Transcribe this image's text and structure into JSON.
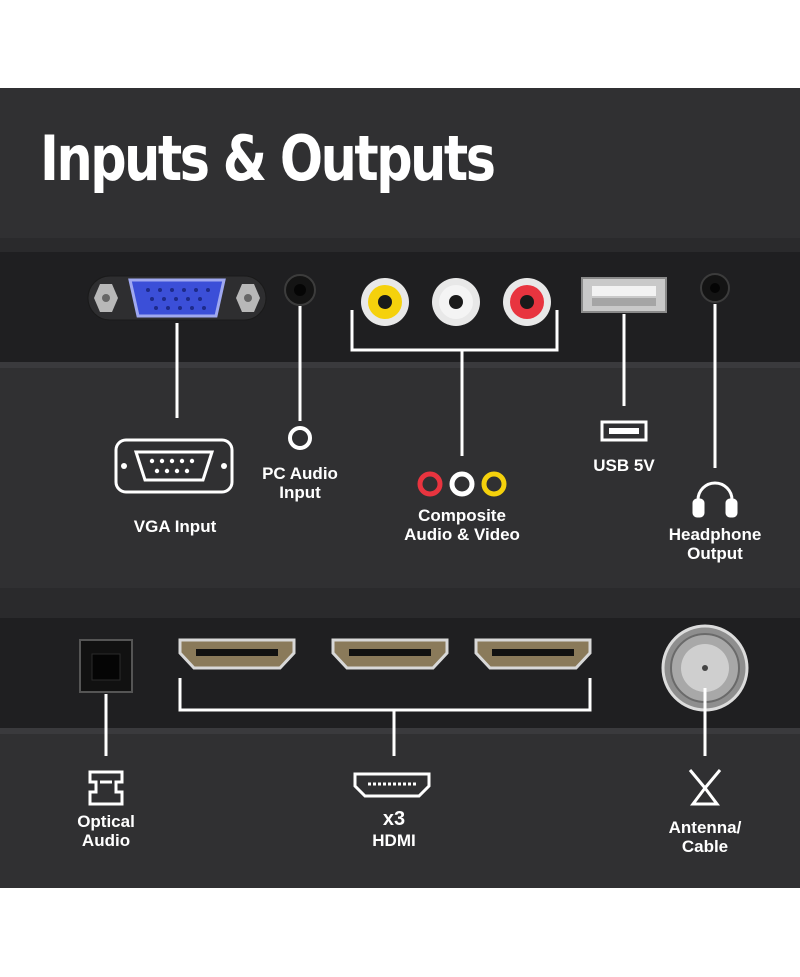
{
  "title": "Inputs & Outputs",
  "connectors": {
    "vga": {
      "label": "VGA Input",
      "icon": "vga-port-icon"
    },
    "pc_audio": {
      "label_line1": "PC Audio",
      "label_line2": "Input",
      "icon": "audio-jack-icon"
    },
    "composite": {
      "label_line1": "Composite",
      "label_line2": "Audio & Video",
      "icon": "rca-jacks-icon",
      "colors": [
        "#e8343f",
        "#ffffff",
        "#f5d10c"
      ]
    },
    "usb": {
      "label": "USB 5V",
      "icon": "usb-icon"
    },
    "headphone": {
      "label_line1": "Headphone",
      "label_line2": "Output",
      "icon": "headphones-icon"
    },
    "optical": {
      "label_line1": "Optical",
      "label_line2": "Audio",
      "icon": "optical-port-icon"
    },
    "hdmi": {
      "count": "x3",
      "label": "HDMI",
      "icon": "hdmi-icon"
    },
    "antenna": {
      "label_line1": "Antenna/",
      "label_line2": "Cable",
      "icon": "antenna-icon"
    }
  }
}
